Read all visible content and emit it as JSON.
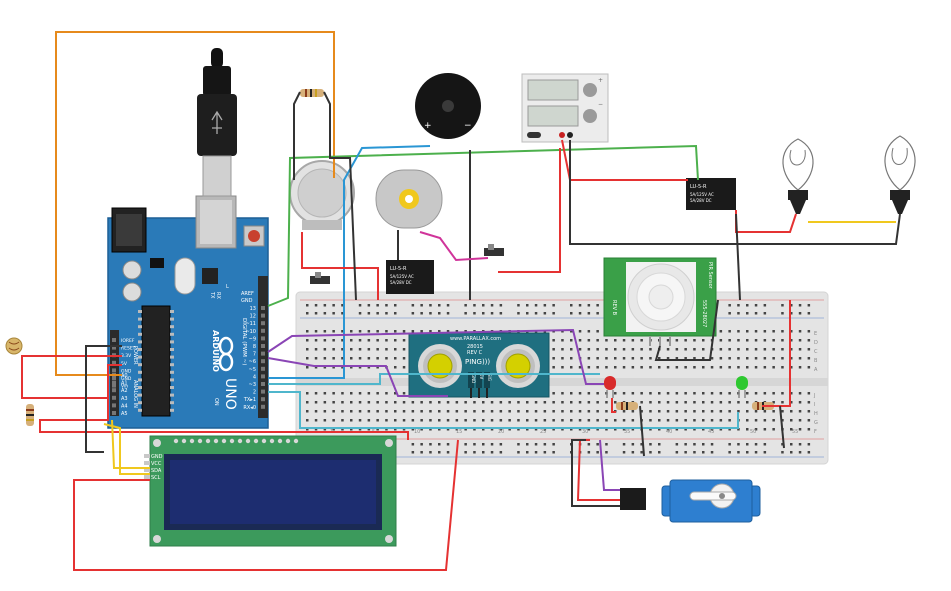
{
  "arduino": {
    "brand": "ARDUINO",
    "model": "UNO",
    "digital_header": "DIGITAL (PWM ~)",
    "power_header": "POWER",
    "analog_header": "ANALOG IN",
    "on_label": "ON",
    "tx_label": "TX",
    "rx_label": "RX",
    "l_label": "L",
    "aref": "AREF",
    "gnd": "GND",
    "digital_pins": [
      "13",
      "12",
      "~11",
      "~10",
      "~9",
      "8",
      "7",
      "~6",
      "~5",
      "4",
      "~3",
      "2",
      "TX▸1",
      "RX◂0"
    ],
    "power_pins": [
      "IOREF",
      "RESET",
      "3.3V",
      "5V",
      "GND",
      "GND",
      "Vin"
    ],
    "analog_pins": [
      "A0",
      "A1",
      "A2",
      "A3",
      "A4",
      "A5"
    ]
  },
  "lcd": {
    "pins": [
      "GND",
      "VCC",
      "SDA",
      "SCL"
    ]
  },
  "ultrasonic": {
    "model": "PING)))",
    "brand": "www.PARALLAX.com",
    "part": "28015",
    "rev": "REV C",
    "pins": [
      "GND",
      "5V",
      "SIG"
    ]
  },
  "pir": {
    "model": "PIR Sensor",
    "code": "555-28027",
    "rev": "REV B"
  },
  "relay_1": {
    "model": "LU-5-R",
    "spec1": "5A/125V AC",
    "spec2": "5A/28V DC"
  },
  "relay_2": {
    "model": "LU-5-R",
    "spec1": "5A/125V AC",
    "spec2": "5A/28V DC"
  },
  "buzzer": {
    "plus": "+",
    "minus": "−"
  },
  "power_supply": {
    "plus_label": "+",
    "minus_label": "−"
  },
  "breadboard": {
    "row_labels_top": [
      "J",
      "I",
      "H",
      "G",
      "F"
    ],
    "row_labels_bottom": [
      "E",
      "D",
      "C",
      "B",
      "A"
    ],
    "column_numbers": [
      "1",
      "5",
      "10",
      "15",
      "20",
      "25",
      "30",
      "35",
      "40",
      "45",
      "50",
      "55"
    ]
  },
  "colors": {
    "arduino_board": "#2a7ab8",
    "breadboard": "#e8e8e8",
    "lcd_board": "#3c9a5c",
    "lcd_screen": "#1a2660",
    "servo": "#2e7fd0",
    "relay": "#222222",
    "wire_red": "#e53232",
    "wire_black": "#333333",
    "wire_orange": "#e68a1c",
    "wire_green": "#4cb04c",
    "wire_blue": "#2a96d4",
    "wire_cyan": "#4fb6cc",
    "wire_purple": "#8a45b5",
    "wire_yellow": "#f0c81e",
    "wire_magenta": "#d0349a"
  },
  "icons": [
    "usb-plug-icon",
    "light-bulb-icon",
    "led-red-icon",
    "led-green-icon",
    "resistor-icon",
    "photoresistor-icon",
    "slide-switch-icon",
    "dc-motor-icon",
    "gas-sensor-icon",
    "servo-icon"
  ]
}
